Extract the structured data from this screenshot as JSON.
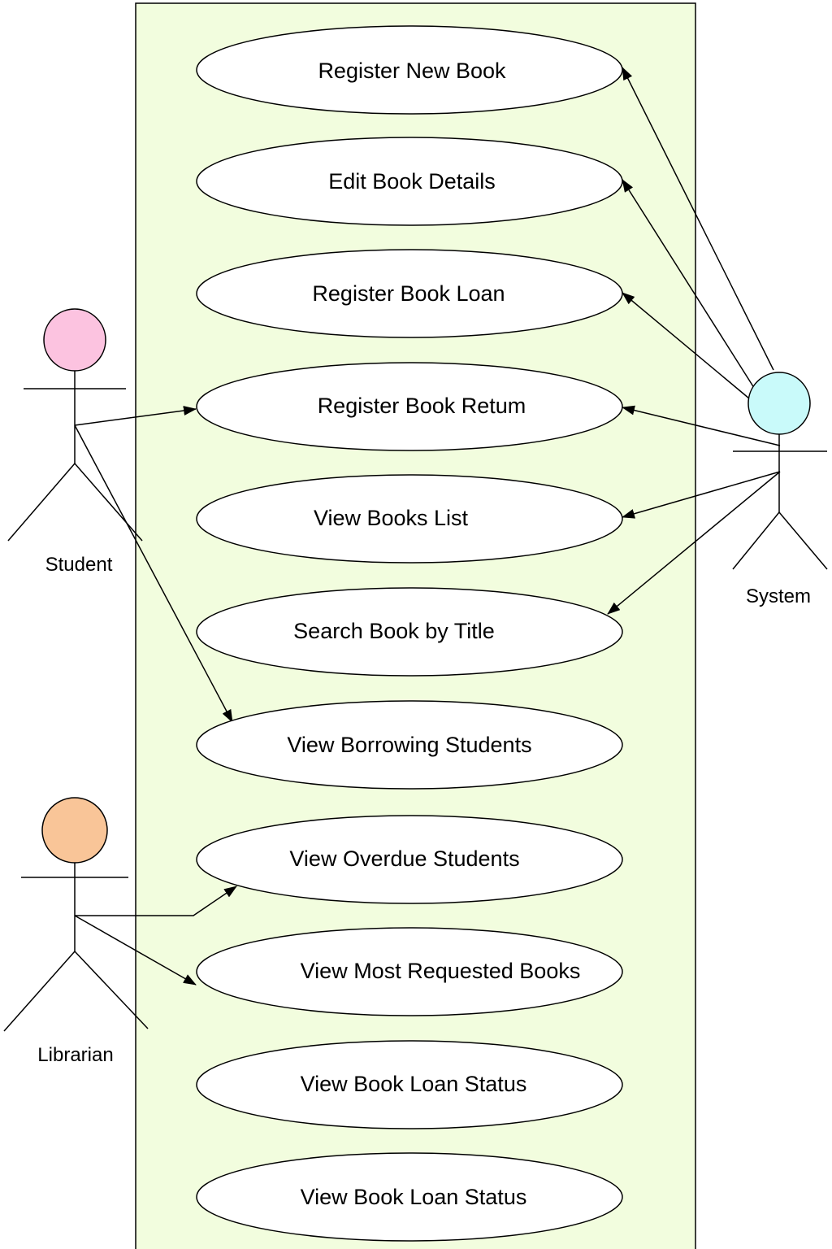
{
  "colors": {
    "system_boundary_fill": "#F2FDDE",
    "line": "#000000",
    "ellipse_fill": "#FFFFFF"
  },
  "use_cases": [
    {
      "label": "Register New Book"
    },
    {
      "label": "Edit Book Details"
    },
    {
      "label": "Register Book Loan"
    },
    {
      "label": "Register Book Retum"
    },
    {
      "label": "View Books List"
    },
    {
      "label": "Search Book by Title"
    },
    {
      "label": "View Borrowing Students"
    },
    {
      "label": "View Overdue Students"
    },
    {
      "label": "View Most Requested Books"
    },
    {
      "label": "View Book Loan Status"
    },
    {
      "label": "View Book Loan Status"
    }
  ],
  "actors": {
    "student": {
      "label": "Student",
      "head_color": "#FCC3E0"
    },
    "system": {
      "label": "System",
      "head_color": "#C9FAFA"
    },
    "librarian": {
      "label": "Librarian",
      "head_color": "#F9C598"
    }
  },
  "associations": [
    {
      "from": "student",
      "to_use_case": 3
    },
    {
      "from": "student",
      "to_use_case": 6
    },
    {
      "from": "system",
      "to_use_case": 0
    },
    {
      "from": "system",
      "to_use_case": 1
    },
    {
      "from": "system",
      "to_use_case": 2
    },
    {
      "from": "system",
      "to_use_case": 3
    },
    {
      "from": "system",
      "to_use_case": 4
    },
    {
      "from": "system",
      "to_use_case": 5
    },
    {
      "from": "librarian",
      "to_use_case": 7
    },
    {
      "from": "librarian",
      "to_use_case": 8
    }
  ]
}
